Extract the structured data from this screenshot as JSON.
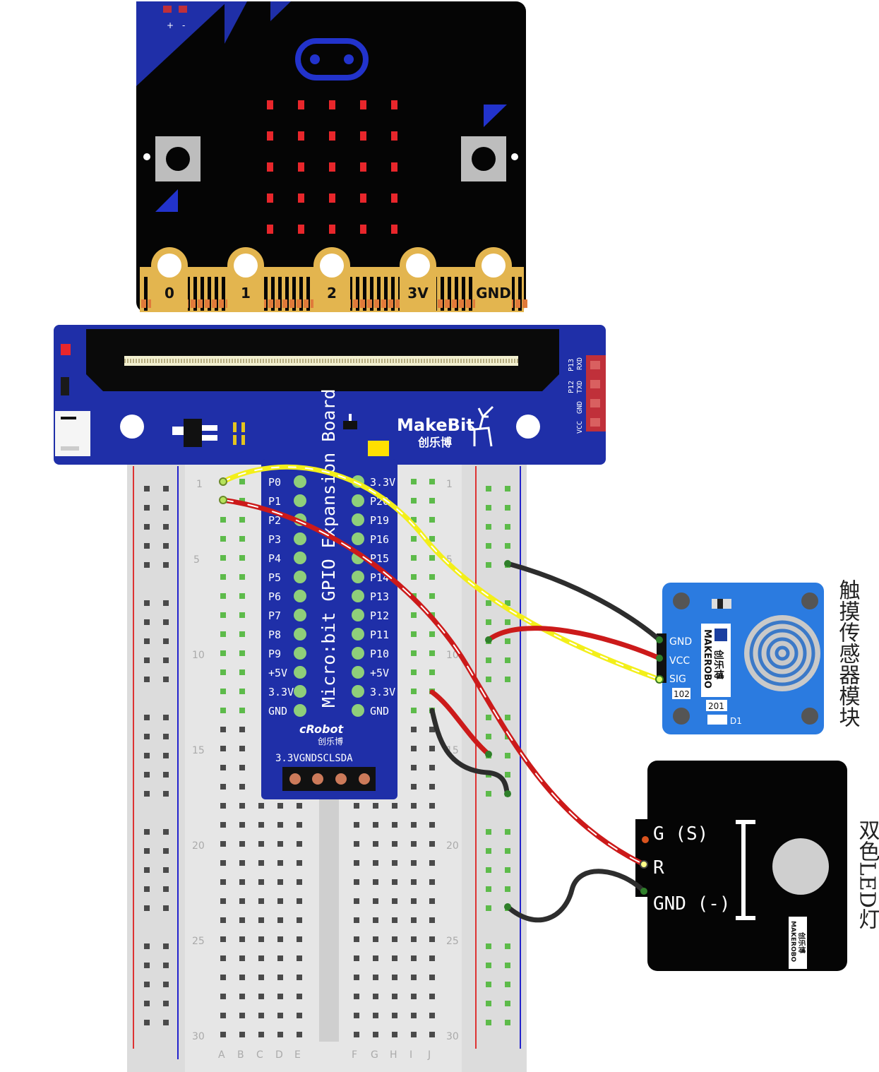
{
  "microbit": {
    "pins": [
      "0",
      "1",
      "2",
      "3V",
      "GND"
    ],
    "power_labels": [
      "+",
      "-"
    ]
  },
  "expansion_board": {
    "brand": "MakeBit",
    "brand_cn": "创乐博",
    "title": "Micro:bit GPIO Expansion Board",
    "left_pins": [
      "P0",
      "P1",
      "P2",
      "P3",
      "P4",
      "P5",
      "P6",
      "P7",
      "P8",
      "P9",
      "+5V",
      "3.3V",
      "GND"
    ],
    "right_pins": [
      "3.3V",
      "P20",
      "P19",
      "P16",
      "P15",
      "P14",
      "P13",
      "P12",
      "P11",
      "P10",
      "+5V",
      "3.3V",
      "GND"
    ],
    "header_labels": [
      "P13",
      "RXD",
      "P12",
      "TXD",
      "GND",
      "VCC"
    ],
    "logo": "cRobot",
    "logo_cn": "创乐博",
    "i2c_labels": "3.3VGNDSCLSDA"
  },
  "breadboard": {
    "row_numbers": [
      "1",
      "5",
      "10",
      "15",
      "20",
      "25",
      "30"
    ],
    "columns_left": [
      "A",
      "B",
      "C",
      "D",
      "E"
    ],
    "columns_right": [
      "F",
      "G",
      "H",
      "I",
      "J"
    ]
  },
  "touch_sensor": {
    "pins": [
      "GND",
      "VCC",
      "SIG"
    ],
    "brand": "MAKEROBO",
    "brand_cn": "创乐博",
    "parts": [
      "102",
      "201",
      "D1"
    ],
    "caption": "触摸传感器模块"
  },
  "led_module": {
    "pins": [
      "G (S)",
      "R",
      "GND (-)"
    ],
    "brand": "MAKEROBO",
    "brand_cn": "创乐博",
    "caption": "双色LED灯"
  },
  "colors": {
    "board_blue": "#1f2fa8",
    "microbit_black": "#050505",
    "gold": "#e3b54f",
    "led_red": "#e8262b",
    "wire_yellow": "#f3ef1a",
    "wire_red": "#cc1a1a",
    "wire_black": "#2d2d2d",
    "sensor_blue": "#2b7be0",
    "breadboard_gray": "#dcdcdc"
  }
}
